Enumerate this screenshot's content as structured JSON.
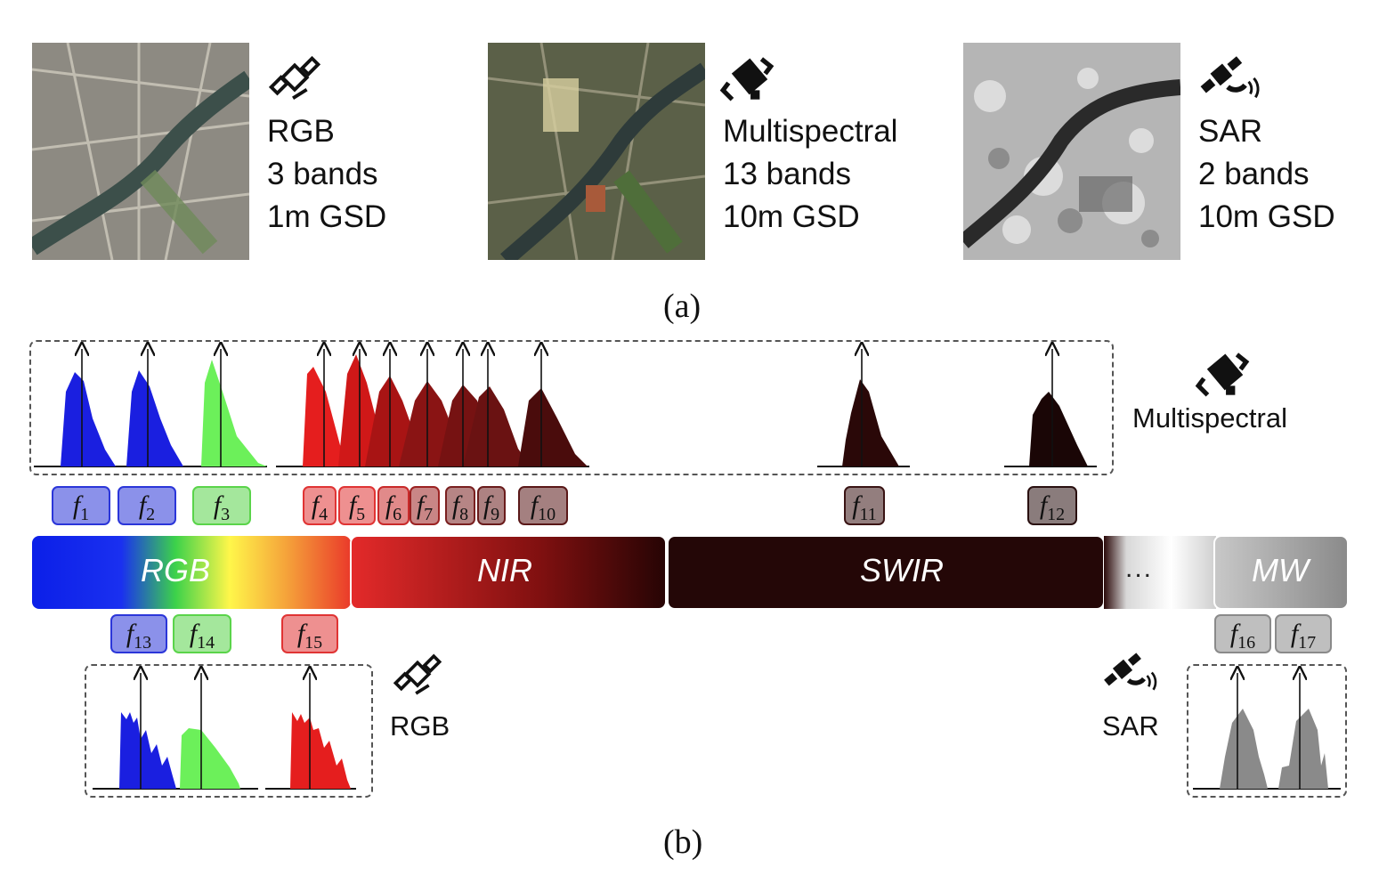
{
  "panel_a": {
    "label": "(a)",
    "sources": [
      {
        "name": "RGB",
        "bands": "3 bands",
        "gsd": "1m GSD",
        "icon": "satellite-icon"
      },
      {
        "name": "Multispectral",
        "bands": "13 bands",
        "gsd": "10m GSD",
        "icon": "satellite-camera-icon"
      },
      {
        "name": "SAR",
        "bands": "2 bands",
        "gsd": "10m GSD",
        "icon": "radar-satellite-icon"
      }
    ]
  },
  "panel_b": {
    "label": "(b)",
    "multispectral_label": "Multispectral",
    "rgb_label": "RGB",
    "sar_label": "SAR",
    "spectrum_bands": [
      "RGB",
      "NIR",
      "SWIR",
      "MW"
    ],
    "ellipsis": "...",
    "filters_top": [
      {
        "f": "f",
        "sub": "1",
        "color": "#2b36d9"
      },
      {
        "f": "f",
        "sub": "2",
        "color": "#2b36d9"
      },
      {
        "f": "f",
        "sub": "3",
        "color": "#5ad44a"
      },
      {
        "f": "f",
        "sub": "4",
        "color": "#e03434"
      },
      {
        "f": "f",
        "sub": "5",
        "color": "#e03434"
      },
      {
        "f": "f",
        "sub": "6",
        "color": "#c92a2a"
      },
      {
        "f": "f",
        "sub": "7",
        "color": "#9c2222"
      },
      {
        "f": "f",
        "sub": "8",
        "color": "#7a2020"
      },
      {
        "f": "f",
        "sub": "9",
        "color": "#6a1c1c"
      },
      {
        "f": "f",
        "sub": "10",
        "color": "#5a1818"
      },
      {
        "f": "f",
        "sub": "11",
        "color": "#3a1414"
      },
      {
        "f": "f",
        "sub": "12",
        "color": "#2a1010"
      }
    ],
    "filters_bottom": [
      {
        "f": "f",
        "sub": "13",
        "color": "#2b36d9"
      },
      {
        "f": "f",
        "sub": "14",
        "color": "#5ad44a"
      },
      {
        "f": "f",
        "sub": "15",
        "color": "#e03434"
      },
      {
        "f": "f",
        "sub": "16",
        "color": "#8a8a8a"
      },
      {
        "f": "f",
        "sub": "17",
        "color": "#8a8a8a"
      }
    ]
  }
}
